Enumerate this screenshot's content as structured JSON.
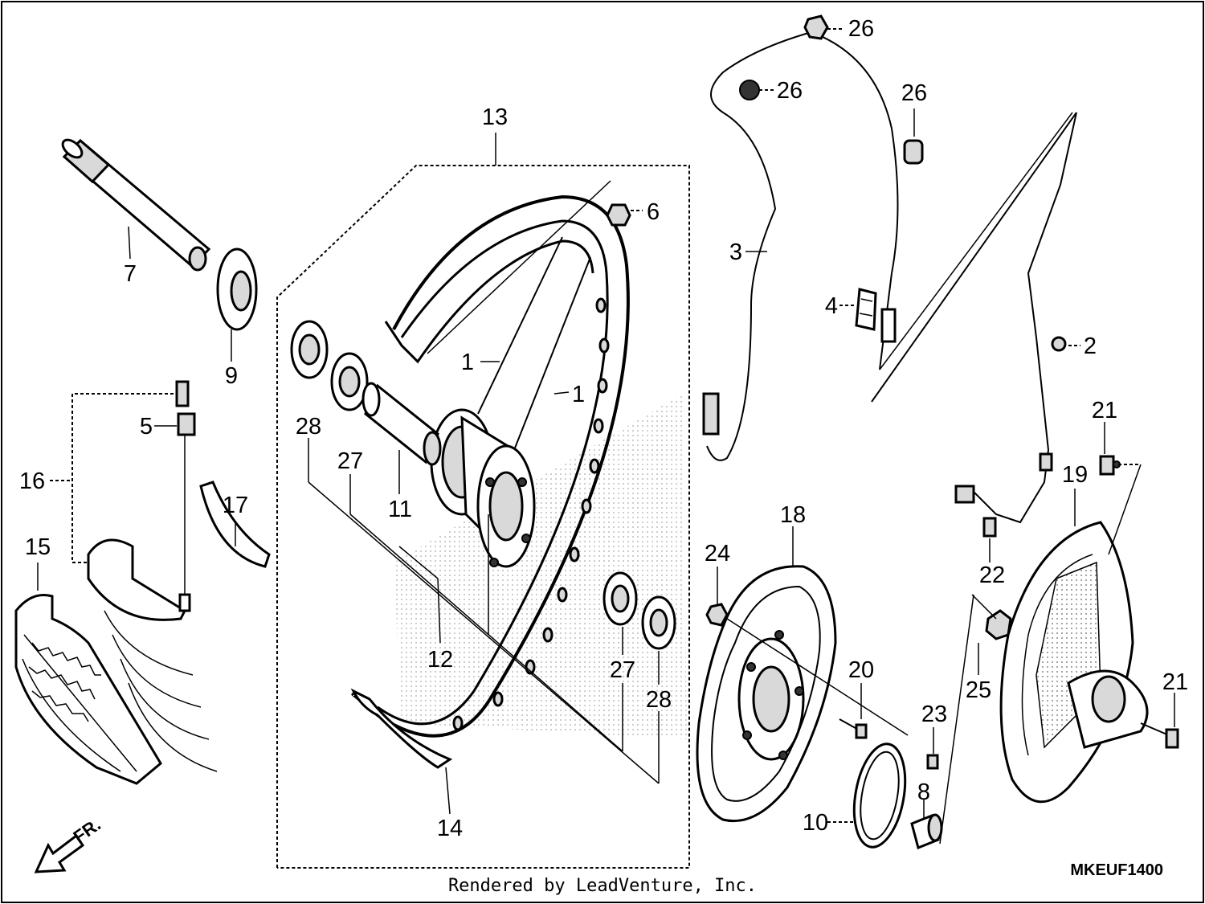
{
  "diagram": {
    "code": "MKEUF1400",
    "credit": "Rendered by LeadVenture, Inc.",
    "fr_label": "FR.",
    "callouts": [
      "1",
      "1",
      "2",
      "3",
      "4",
      "5",
      "6",
      "7",
      "8",
      "9",
      "10",
      "11",
      "12",
      "13",
      "14",
      "15",
      "16",
      "17",
      "18",
      "19",
      "20",
      "21",
      "21",
      "22",
      "23",
      "24",
      "25",
      "26",
      "26",
      "26",
      "27",
      "27",
      "28",
      "28"
    ]
  }
}
